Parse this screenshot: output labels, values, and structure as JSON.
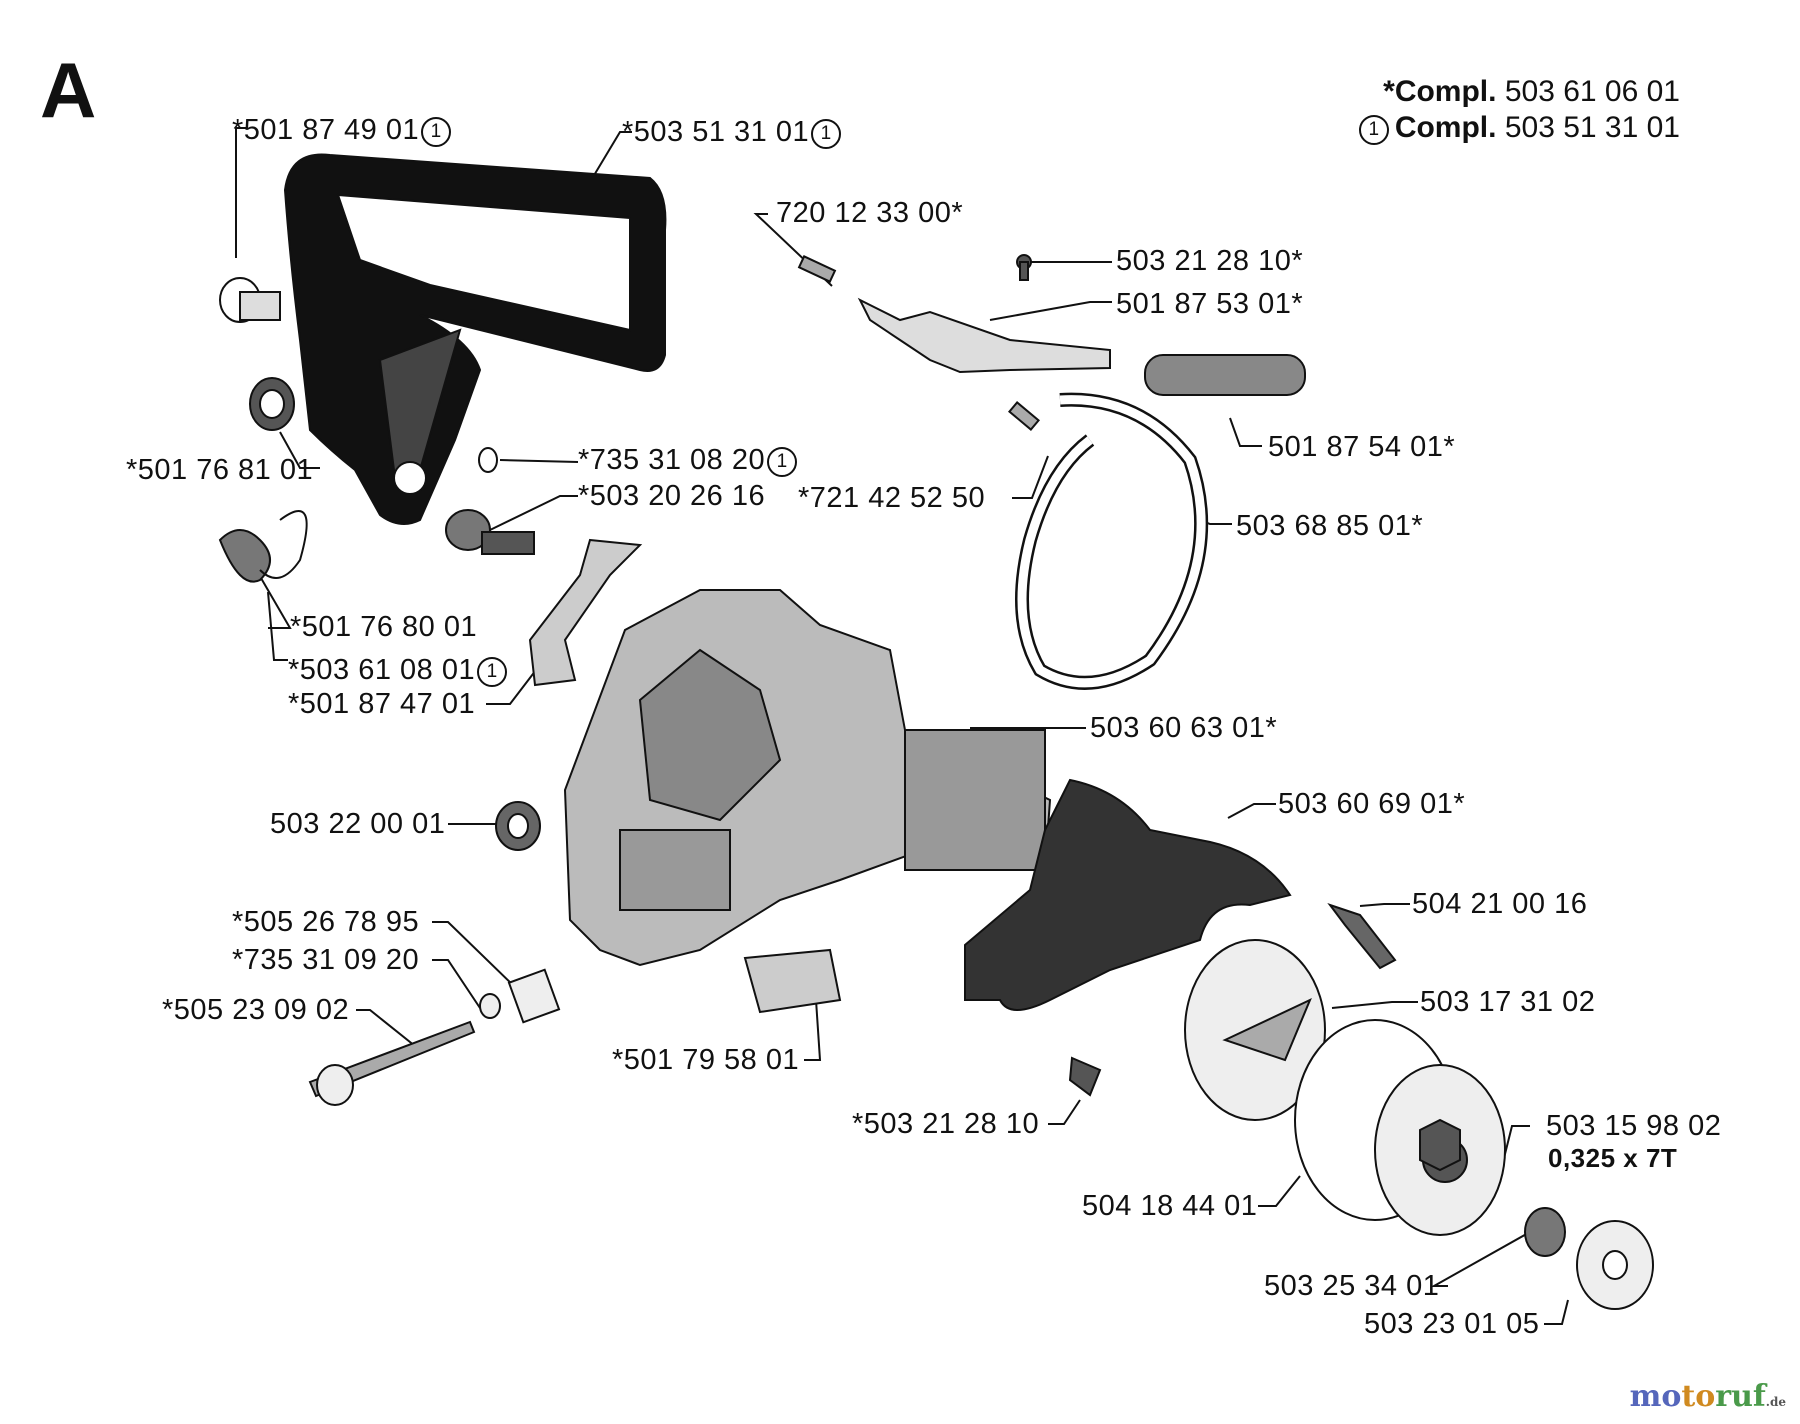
{
  "section_letter": "A",
  "compl_note": {
    "line1_prefix": "*Compl.",
    "line1_number": "503 61 06 01",
    "line2_mark": "1",
    "line2_prefix": "Compl.",
    "line2_number": "503 51 31 01"
  },
  "parts": [
    {
      "key": "p1",
      "text": "*501 87 49 01",
      "mark": "1"
    },
    {
      "key": "p2",
      "text": "*503 51 31 01",
      "mark": "1"
    },
    {
      "key": "p3",
      "text": "720 12 33 00*",
      "mark": ""
    },
    {
      "key": "p4",
      "text": "503 21 28 10*",
      "mark": ""
    },
    {
      "key": "p5",
      "text": "501 87 53 01*",
      "mark": ""
    },
    {
      "key": "p6",
      "text": "501 87 54 01*",
      "mark": ""
    },
    {
      "key": "p7",
      "text": "*501 76 81 01",
      "mark": ""
    },
    {
      "key": "p8",
      "text": "*735 31 08 20",
      "mark": "1"
    },
    {
      "key": "p9",
      "text": "*503 20 26 16",
      "mark": ""
    },
    {
      "key": "p10",
      "text": "*721 42 52 50",
      "mark": ""
    },
    {
      "key": "p11",
      "text": "503 68 85 01*",
      "mark": ""
    },
    {
      "key": "p12",
      "text": "*501 76 80 01",
      "mark": ""
    },
    {
      "key": "p13",
      "text": "*503 61 08 01",
      "mark": "1"
    },
    {
      "key": "p14",
      "text": "*501 87 47 01",
      "mark": ""
    },
    {
      "key": "p15",
      "text": "503 60 63 01*",
      "mark": ""
    },
    {
      "key": "p16",
      "text": "503 22 00 01",
      "mark": ""
    },
    {
      "key": "p17",
      "text": "503 60 69 01*",
      "mark": ""
    },
    {
      "key": "p18",
      "text": "504 21 00 16",
      "mark": ""
    },
    {
      "key": "p19",
      "text": "*505 26 78 95",
      "mark": ""
    },
    {
      "key": "p20",
      "text": "*735 31 09 20",
      "mark": ""
    },
    {
      "key": "p21",
      "text": "*505 23 09 02",
      "mark": ""
    },
    {
      "key": "p22",
      "text": "503 17 31 02",
      "mark": ""
    },
    {
      "key": "p23",
      "text": "*501 79 58 01",
      "mark": ""
    },
    {
      "key": "p24",
      "text": "*503 21 28 10",
      "mark": ""
    },
    {
      "key": "p25",
      "text": "503 15 98 02",
      "mark": ""
    },
    {
      "key": "p26",
      "text": "0,325 x 7T",
      "mark": ""
    },
    {
      "key": "p27",
      "text": "504 18 44 01",
      "mark": ""
    },
    {
      "key": "p28",
      "text": "503 25 34 01",
      "mark": ""
    },
    {
      "key": "p29",
      "text": "503 23 01 05",
      "mark": ""
    }
  ],
  "watermark": {
    "part1": "mo",
    "part2": "to",
    "part3": "ruf",
    "tld": ".de"
  }
}
